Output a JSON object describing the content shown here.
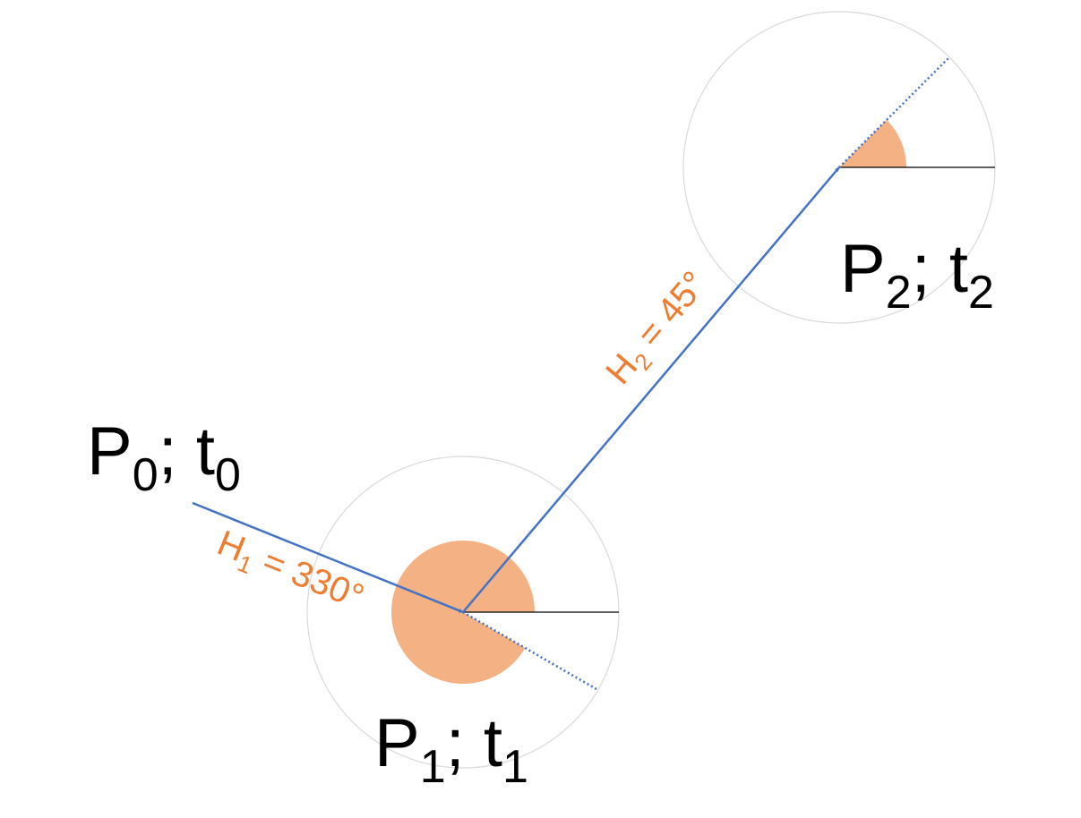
{
  "colors": {
    "vector": "#4472C4",
    "angle_fill": "#F4B183",
    "heading_text": "#ED7D31",
    "range_circle": "#D9D9D9",
    "reference_line": "#000000",
    "label_text": "#000000"
  },
  "points": {
    "p0": {
      "name": "P",
      "index": "0",
      "sep": "; ",
      "time": "t",
      "time_index": "0"
    },
    "p1": {
      "name": "P",
      "index": "1",
      "sep": "; ",
      "time": "t",
      "time_index": "1"
    },
    "p2": {
      "name": "P",
      "index": "2",
      "sep": "; ",
      "time": "t",
      "time_index": "2"
    }
  },
  "headings": {
    "h1": {
      "symbol": "H",
      "index": "1",
      "rest": " = 330°",
      "value_deg": 330
    },
    "h2": {
      "symbol": "H",
      "index": "2",
      "rest": " = 45°",
      "value_deg": 45
    }
  }
}
